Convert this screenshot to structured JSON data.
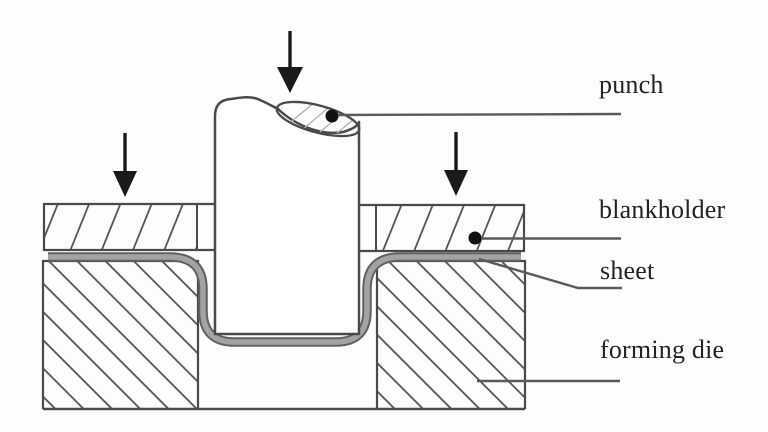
{
  "diagram": {
    "type": "technical-cross-section",
    "subject": "deep drawing sheet metal forming setup",
    "labels": {
      "punch": "punch",
      "blankholder": "blankholder",
      "sheet": "sheet",
      "forming_die": "forming die"
    },
    "annotations": {
      "force_arrows_count": 3
    },
    "colors": {
      "background": "#fdfdfd",
      "outline": "#4a4a4a",
      "hatch": "#4a4a4a",
      "sheet_fill": "#a3a3a3",
      "sheet_edge": "#606060",
      "arrow": "#1a1a1a",
      "leader_line": "#5a5a5a",
      "label_text": "#232323"
    }
  }
}
